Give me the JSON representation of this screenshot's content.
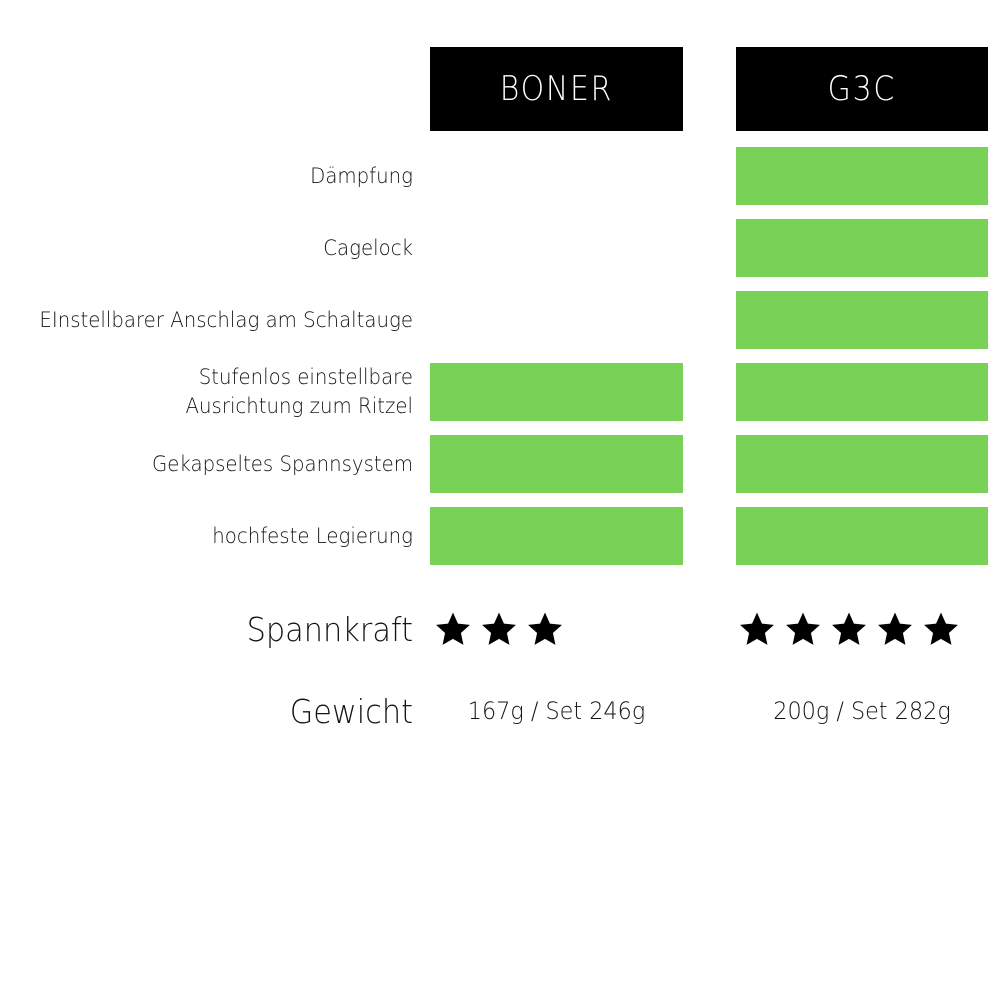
{
  "columns": [
    {
      "id": "boner",
      "label": "BONER"
    },
    {
      "id": "g3c",
      "label": "G3C"
    }
  ],
  "feature_rows": [
    {
      "label_lines": [
        "Dämpfung"
      ],
      "boner": false,
      "g3c": true
    },
    {
      "label_lines": [
        "Cagelock"
      ],
      "boner": false,
      "g3c": true
    },
    {
      "label_lines": [
        "EInstellbarer Anschlag am Schaltauge"
      ],
      "boner": false,
      "g3c": true
    },
    {
      "label_lines": [
        "Stufenlos einstellbare",
        "Ausrichtung zum Ritzel"
      ],
      "boner": true,
      "g3c": true
    },
    {
      "label_lines": [
        "Gekapseltes Spannsystem"
      ],
      "boner": true,
      "g3c": true
    },
    {
      "label_lines": [
        "hochfeste Legierung"
      ],
      "boner": true,
      "g3c": true
    }
  ],
  "rating_row": {
    "label": "Spannkraft",
    "boner_stars": 3,
    "g3c_stars": 5
  },
  "weight_row": {
    "label": "Gewicht",
    "boner": "167g / Set 246g",
    "g3c": "200g / Set 282g"
  },
  "colors": {
    "filled": "#79d158",
    "header_bg": "#000000",
    "header_text": "#ffffff",
    "text": "#141414",
    "page_bg": "#ffffff"
  },
  "chart_data": {
    "type": "table",
    "title": "",
    "categories": [
      "Dämpfung",
      "Cagelock",
      "EInstellbarer Anschlag am Schaltauge",
      "Stufenlos einstellbare Ausrichtung zum Ritzel",
      "Gekapseltes Spannsystem",
      "hochfeste Legierung",
      "Spannkraft",
      "Gewicht"
    ],
    "series": [
      {
        "name": "BONER",
        "values": [
          "no",
          "no",
          "no",
          "yes",
          "yes",
          "yes",
          3,
          "167g / Set 246g"
        ]
      },
      {
        "name": "G3C",
        "values": [
          "yes",
          "yes",
          "yes",
          "yes",
          "yes",
          "yes",
          5,
          "200g / Set 282g"
        ]
      }
    ],
    "legend": [
      "BONER",
      "G3C"
    ],
    "xlabel": "",
    "ylabel": ""
  }
}
